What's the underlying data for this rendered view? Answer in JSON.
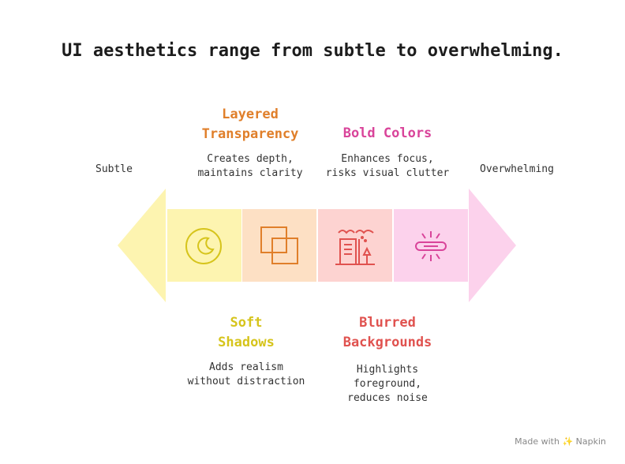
{
  "title": "UI aesthetics range from subtle to overwhelming.",
  "scale": {
    "left_label": "Subtle",
    "right_label": "Overwhelming"
  },
  "items": [
    {
      "heading_line1": "Soft",
      "heading_line2": "Shadows",
      "desc_line1": "Adds realism",
      "desc_line2": "without distraction",
      "desc_line3": "",
      "color": "#d6c41c",
      "fill": "#fdf4b0",
      "icon": "moon-icon"
    },
    {
      "heading_line1": "Layered",
      "heading_line2": "Transparency",
      "desc_line1": "Creates depth,",
      "desc_line2": "maintains clarity",
      "desc_line3": "",
      "color": "#e07f2a",
      "fill": "#fde0c4",
      "icon": "layers-icon"
    },
    {
      "heading_line1": "Blurred",
      "heading_line2": "Backgrounds",
      "desc_line1": "Highlights",
      "desc_line2": "foreground,",
      "desc_line3": "reduces noise",
      "color": "#e0524f",
      "fill": "#fdd3d1",
      "icon": "city-icon"
    },
    {
      "heading_line1": "",
      "heading_line2": "Bold Colors",
      "desc_line1": "Enhances focus,",
      "desc_line2": "risks visual clutter",
      "desc_line3": "",
      "color": "#d9449a",
      "fill": "#fcd2ec",
      "icon": "glow-stick-icon"
    }
  ],
  "credit": "Made with ✨ Napkin"
}
